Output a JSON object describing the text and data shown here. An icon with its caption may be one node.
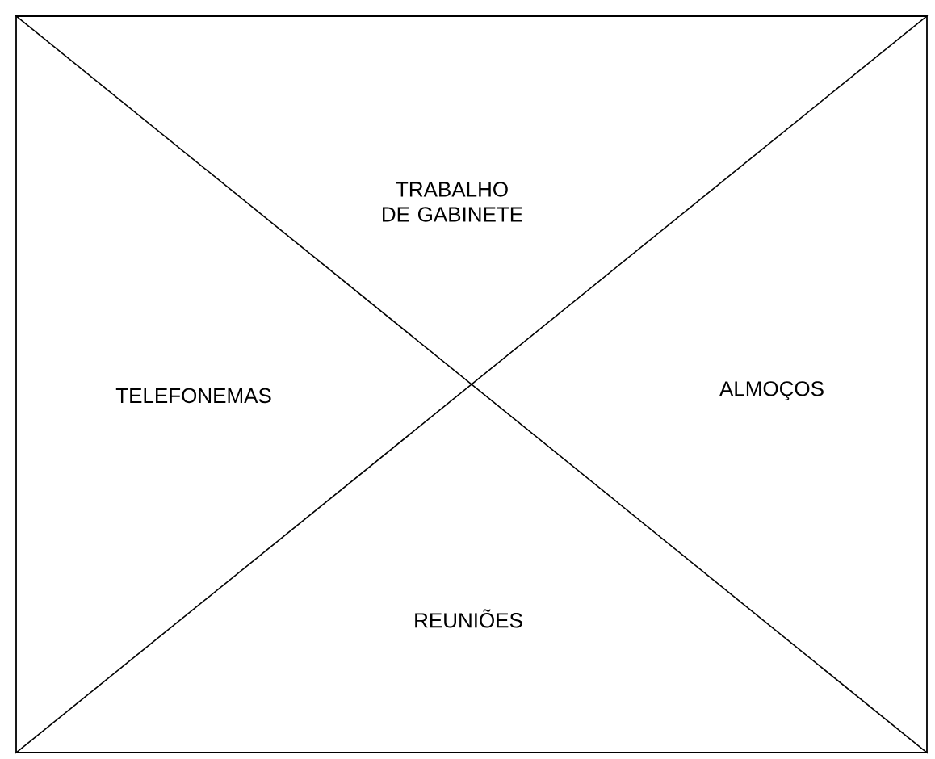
{
  "diagram": {
    "nodes": [
      {
        "text": [
          "TRABALHO DE GABINETE",
          "TELEFONEMAS",
          "ALMOÇOS",
          "REUNIÕES"
        ]
      }
    ]
  }
}
